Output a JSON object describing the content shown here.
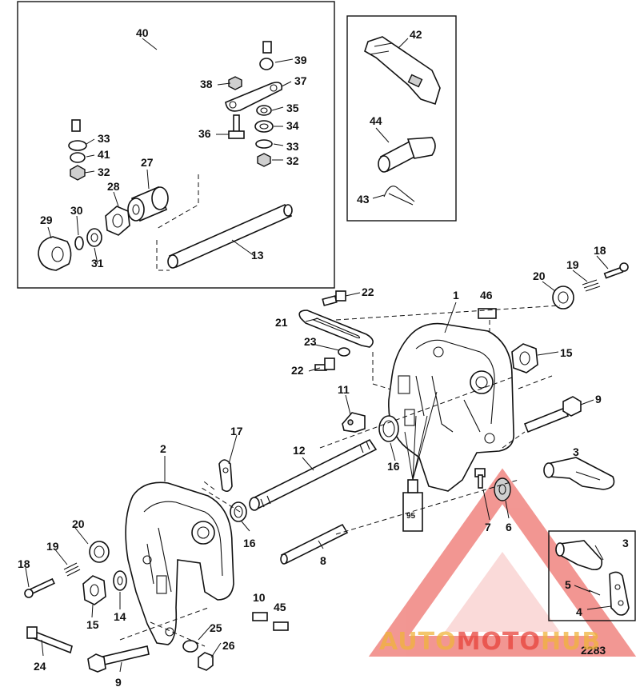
{
  "callouts": {
    "c1": "1",
    "c2": "2",
    "c3a": "3",
    "c3b": "3",
    "c4": "4",
    "c5": "5",
    "c6": "6",
    "c7": "7",
    "c8": "8",
    "c9a": "9",
    "c9b": "9",
    "c10": "10",
    "c11": "11",
    "c12": "12",
    "c13": "13",
    "c14": "14",
    "c15a": "15",
    "c15b": "15",
    "c16a": "16",
    "c16b": "16",
    "c17": "17",
    "c18a": "18",
    "c18b": "18",
    "c19a": "19",
    "c19b": "19",
    "c20a": "20",
    "c20b": "20",
    "c21": "21",
    "c22a": "22",
    "c22b": "22",
    "c23": "23",
    "c24": "24",
    "c25": "25",
    "c26": "26",
    "c27": "27",
    "c28": "28",
    "c29": "29",
    "c30": "30",
    "c31": "31",
    "c32a": "32",
    "c32b": "32",
    "c33a": "33",
    "c33b": "33",
    "c34": "34",
    "c35": "35",
    "c36": "36",
    "c37": "37",
    "c38": "38",
    "c39": "39",
    "c40": "40",
    "c41": "41",
    "c42": "42",
    "c43": "43",
    "c44": "44",
    "c45": "45",
    "c46": "46"
  },
  "sealant_tube_label": "95",
  "diagram_ref": "2283",
  "watermark": {
    "part1": "AUTO",
    "part2": "MOTO",
    "part3": "HUB",
    "color_gold": "#f0b43c",
    "color_red": "#e8423a"
  }
}
